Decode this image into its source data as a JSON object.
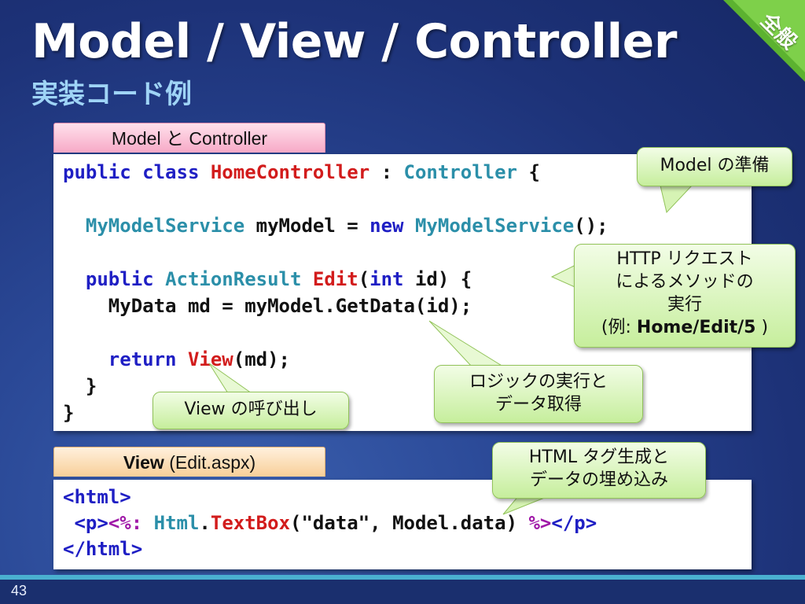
{
  "slide": {
    "title": "Model / View / Controller",
    "subtitle": "実装コード例",
    "badge": "全般",
    "page_number": "43"
  },
  "model_panel": {
    "tab_label": "Model と Controller",
    "code": {
      "l1": [
        "public",
        "class",
        "HomeController",
        " : ",
        "Controller",
        " {"
      ],
      "l2": [
        "MyModelService",
        " myModel = ",
        "new",
        "MyModelService",
        "();"
      ],
      "l3": [
        "public",
        "ActionResult",
        "Edit",
        "(",
        "int",
        " id) {"
      ],
      "l4": "MyData md = myModel.GetData(id);",
      "l5": [
        "return",
        "View",
        "(md);"
      ],
      "l6": "}",
      "l7": "}"
    }
  },
  "view_panel": {
    "tab_label_bold": "View",
    "tab_label_rest": " (Edit.aspx)",
    "code": {
      "l1": "<html>",
      "l2": [
        "<p>",
        "<%:",
        "Html",
        ".",
        "TextBox",
        "(\"data\", Model.data) ",
        "%>",
        "</p>"
      ],
      "l3": "</html>"
    }
  },
  "callouts": {
    "model_prep": "Model の準備",
    "http_request": {
      "line1": "HTTP リクエスト",
      "line2": "によるメソッドの",
      "line3": "実行",
      "line4_prefix": "(例: ",
      "line4_bold": "Home/Edit/5",
      "line4_suffix": " )"
    },
    "logic": {
      "line1": "ロジックの実行と",
      "line2": "データ取得"
    },
    "view_call": "View の呼び出し",
    "html_gen": {
      "line1": "HTML タグ生成と",
      "line2": "データの埋め込み"
    }
  },
  "colors": {
    "background": "#1d3278",
    "keyword": "#1f1fc4",
    "type": "#2b8fa9",
    "method": "#d21c1c",
    "callout_fill": "#c6ee9c",
    "badge_green": "#5cb230"
  }
}
